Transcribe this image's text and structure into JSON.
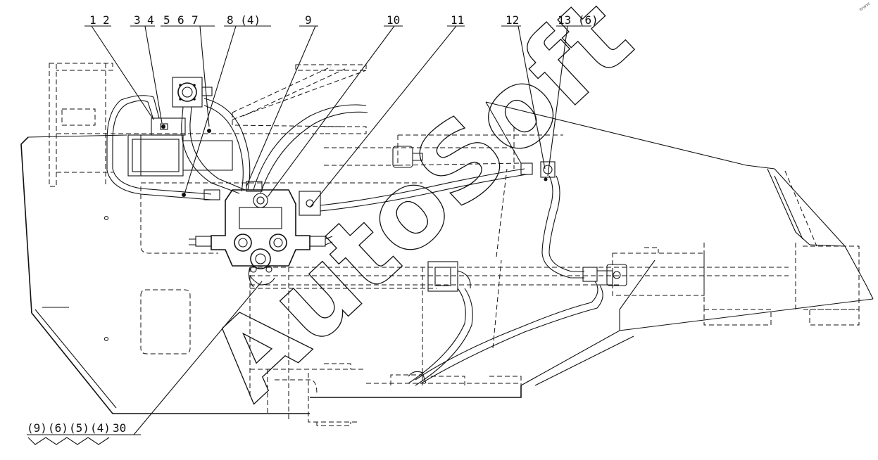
{
  "callouts_top": [
    "1",
    "2",
    "3",
    "4",
    "5",
    "6",
    "7",
    "8 (4)",
    "9",
    "10",
    "11",
    "12",
    "13 (6)"
  ],
  "callouts_bottom": [
    "(9)",
    "(6)",
    "(5)",
    "(4)",
    "30"
  ],
  "watermark": "AutoSoft",
  "corner_mark": "www"
}
